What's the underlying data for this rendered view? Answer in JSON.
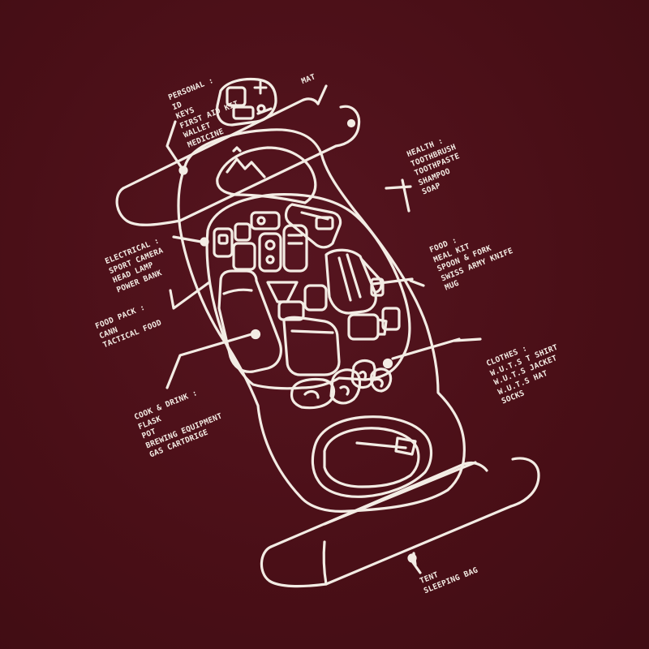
{
  "theme": {
    "fabric": "#4a0f17",
    "ink": "#f3ece4"
  },
  "labels": {
    "personal": {
      "heading": "PERSONAL :",
      "items": [
        "ID",
        "KEYS",
        "FIRST AID KIT",
        "WALLET",
        "MEDICINE"
      ]
    },
    "mat": {
      "heading": "MAT"
    },
    "health": {
      "heading": "HEALTH :",
      "items": [
        "TOOTHBRUSH",
        "TOOTHPASTE",
        "SHAMPOO",
        "SOAP"
      ]
    },
    "electrical": {
      "heading": "ELECTRICAL :",
      "items": [
        "SPORT CAMERA",
        "HEAD LAMP",
        "POWER BANK"
      ]
    },
    "food": {
      "heading": "FOOD :",
      "items": [
        "MEAL KIT",
        "SPOON & FORK",
        "SWISS ARMY KNIFE",
        "MUG"
      ]
    },
    "food_pack": {
      "heading": "FOOD PACK :",
      "items": [
        "CANN",
        "TACTICAL FOOD"
      ]
    },
    "clothes": {
      "heading": "CLOTHES :",
      "items": [
        "W.U.T.S T SHIRT",
        "W.U.T.S JACKET",
        "W.U.T.S HAT",
        "SOCKS"
      ]
    },
    "cook_drink": {
      "heading": "COOK & DRINK :",
      "items": [
        "FLASK",
        "POT",
        "BREWING EQUIPMENT",
        "GAS CARTDRIGE"
      ]
    },
    "tent": {
      "heading": "TENT",
      "items": [
        "SLEEPING BAG"
      ]
    }
  }
}
